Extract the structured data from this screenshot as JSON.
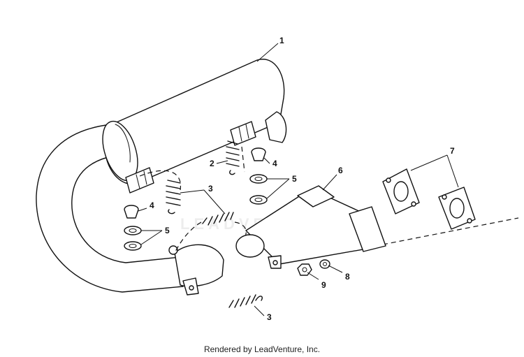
{
  "diagram": {
    "watermark": "LEADVENTURE",
    "footer": "Rendered by LeadVenture, Inc.",
    "callouts": [
      {
        "id": "c1",
        "label": "1"
      },
      {
        "id": "c2",
        "label": "2"
      },
      {
        "id": "c3a",
        "label": "3"
      },
      {
        "id": "c3b",
        "label": "3"
      },
      {
        "id": "c4a",
        "label": "4"
      },
      {
        "id": "c4b",
        "label": "4"
      },
      {
        "id": "c5a",
        "label": "5"
      },
      {
        "id": "c5b",
        "label": "5"
      },
      {
        "id": "c6",
        "label": "6"
      },
      {
        "id": "c7",
        "label": "7"
      },
      {
        "id": "c8",
        "label": "8"
      },
      {
        "id": "c9",
        "label": "9"
      }
    ]
  }
}
